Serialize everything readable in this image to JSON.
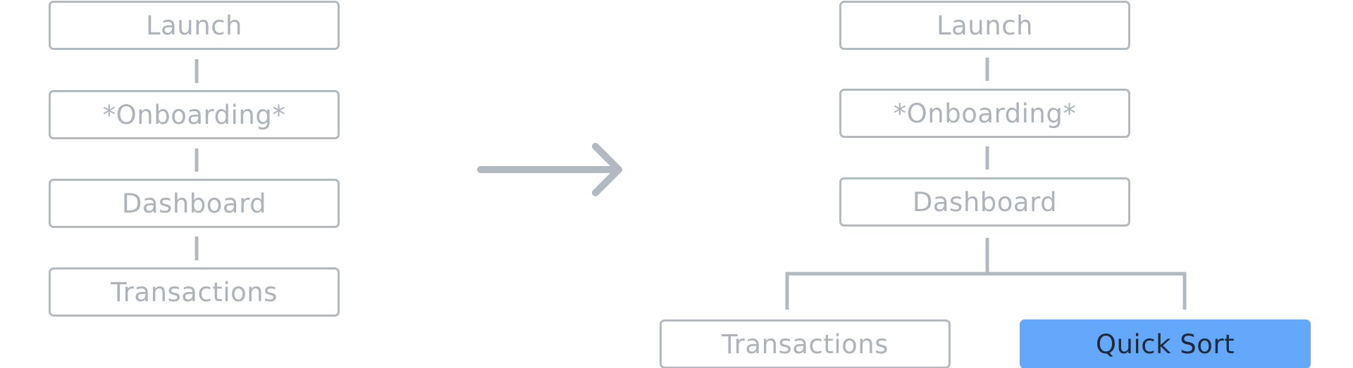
{
  "before": {
    "nodes": [
      "Launch",
      "*Onboarding*",
      "Dashboard",
      "Transactions"
    ]
  },
  "after": {
    "chain": [
      "Launch",
      "*Onboarding*",
      "Dashboard"
    ],
    "branches": [
      "Transactions",
      "Quick Sort"
    ],
    "highlighted": "Quick Sort"
  },
  "colors": {
    "stroke": "#b3b9c0",
    "text": "#adb3ba",
    "highlight_fill": "#63a8fb",
    "highlight_text": "#1f2a36"
  },
  "icons": {
    "transition": "arrow-right-icon"
  }
}
